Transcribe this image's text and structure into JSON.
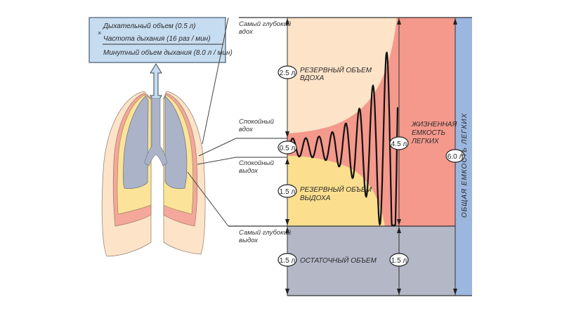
{
  "formula_box": {
    "line1": "Дыхательный объем (0.5 л)",
    "multiply_sign": "×",
    "line2": "Частота дыхания (16 раз / мин)",
    "result": "Минутный объем дыхания (8.0 л / мин)"
  },
  "levels": {
    "deepest_inhale": [
      "Самый глубокий",
      "вдох"
    ],
    "quiet_inhale": [
      "Спокойный",
      "вдох"
    ],
    "quiet_exhale": [
      "Спокойный",
      "выдох"
    ],
    "deepest_exhale": [
      "Самый глубокий",
      "выдох"
    ]
  },
  "volumes": {
    "inspiratory_reserve": {
      "value": "2.5 л",
      "label": [
        "РЕЗЕРВНЫЙ ОБЪЕМ",
        "ВДОХА"
      ],
      "liters": 2.5
    },
    "tidal": {
      "value": "0.5 л",
      "liters": 0.5
    },
    "expiratory_reserve": {
      "value": "1.5 л",
      "label": [
        "РЕЗЕРВНЫЙ ОБЪЕМ",
        "ВЫДОХА"
      ],
      "liters": 1.5
    },
    "residual": {
      "value": "1.5 л",
      "label": "ОСТАТОЧНЫЙ ОБЪЕМ",
      "liters": 1.5
    },
    "residual_right": {
      "value": "1.5 л"
    },
    "vital_capacity": {
      "value": "4.5 л",
      "label": [
        "ЖИЗНЕННАЯ",
        "ЕМКОСТЬ",
        "ЛЕГКИХ"
      ],
      "liters": 4.5
    },
    "total_capacity": {
      "value": "6.0 л",
      "label": "ОБЩАЯ ЕМКОСТЬ ЛЕГКИХ",
      "liters": 6.0
    }
  },
  "colors": {
    "inspiratory_reserve": "#fde3c8",
    "vital_capacity": "#f4998c",
    "expiratory_reserve": "#fbdf8e",
    "residual": "#b3b7c6",
    "total_capacity": "#9bb7e0",
    "formula_box": "#c6dcf0",
    "lung_outer": "#fde3c8",
    "lung_red": "#f4a79a",
    "lung_yellow": "#fbe39a",
    "lung_core": "#aab3c8"
  }
}
